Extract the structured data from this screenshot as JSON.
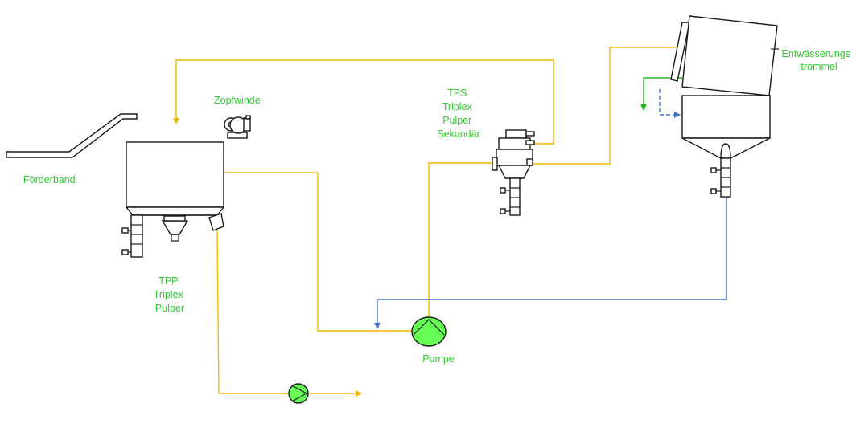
{
  "colors": {
    "label": "#2ecc2e",
    "yellow_line": "#f5b800",
    "blue_line": "#4472c4",
    "green_line": "#22bb22",
    "pump_fill": "#66ff55",
    "outline": "#1a1a1a"
  },
  "labels": {
    "foerderband": "Förderband",
    "zopfwinde": "Zopfwinde",
    "tpp": [
      "TPP",
      "Triplex",
      "Pulper"
    ],
    "tps": [
      "TPS",
      "Triplex",
      "Pulper",
      "Sekundär"
    ],
    "entwaesserung": [
      "Entwässerungs",
      "-trommel"
    ],
    "pumpe": "Pumpe"
  }
}
